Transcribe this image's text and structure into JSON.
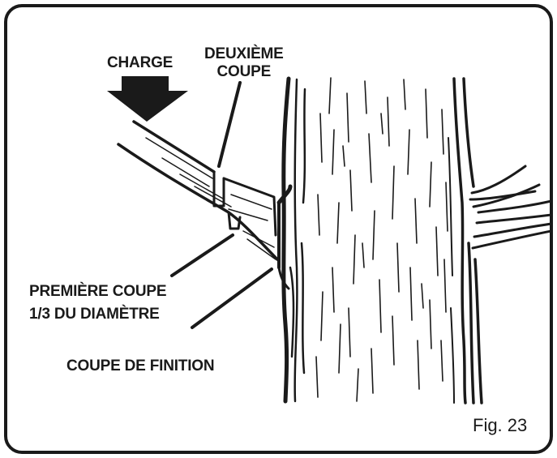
{
  "labels": {
    "charge": "CHARGE",
    "second_cut_line1": "DEUXIÈME",
    "second_cut_line2": "COUPE",
    "first_cut_line1": "PREMIÈRE COUPE",
    "first_cut_line2": "1/3 DU DIAMÈTRE",
    "finish_cut": "COUPE DE FINITION"
  },
  "figure": {
    "caption": "Fig. 23"
  },
  "colors": {
    "ink": "#1a1a1a",
    "paper": "#ffffff"
  },
  "icons": {
    "load_arrow": "arrow-down-icon"
  }
}
